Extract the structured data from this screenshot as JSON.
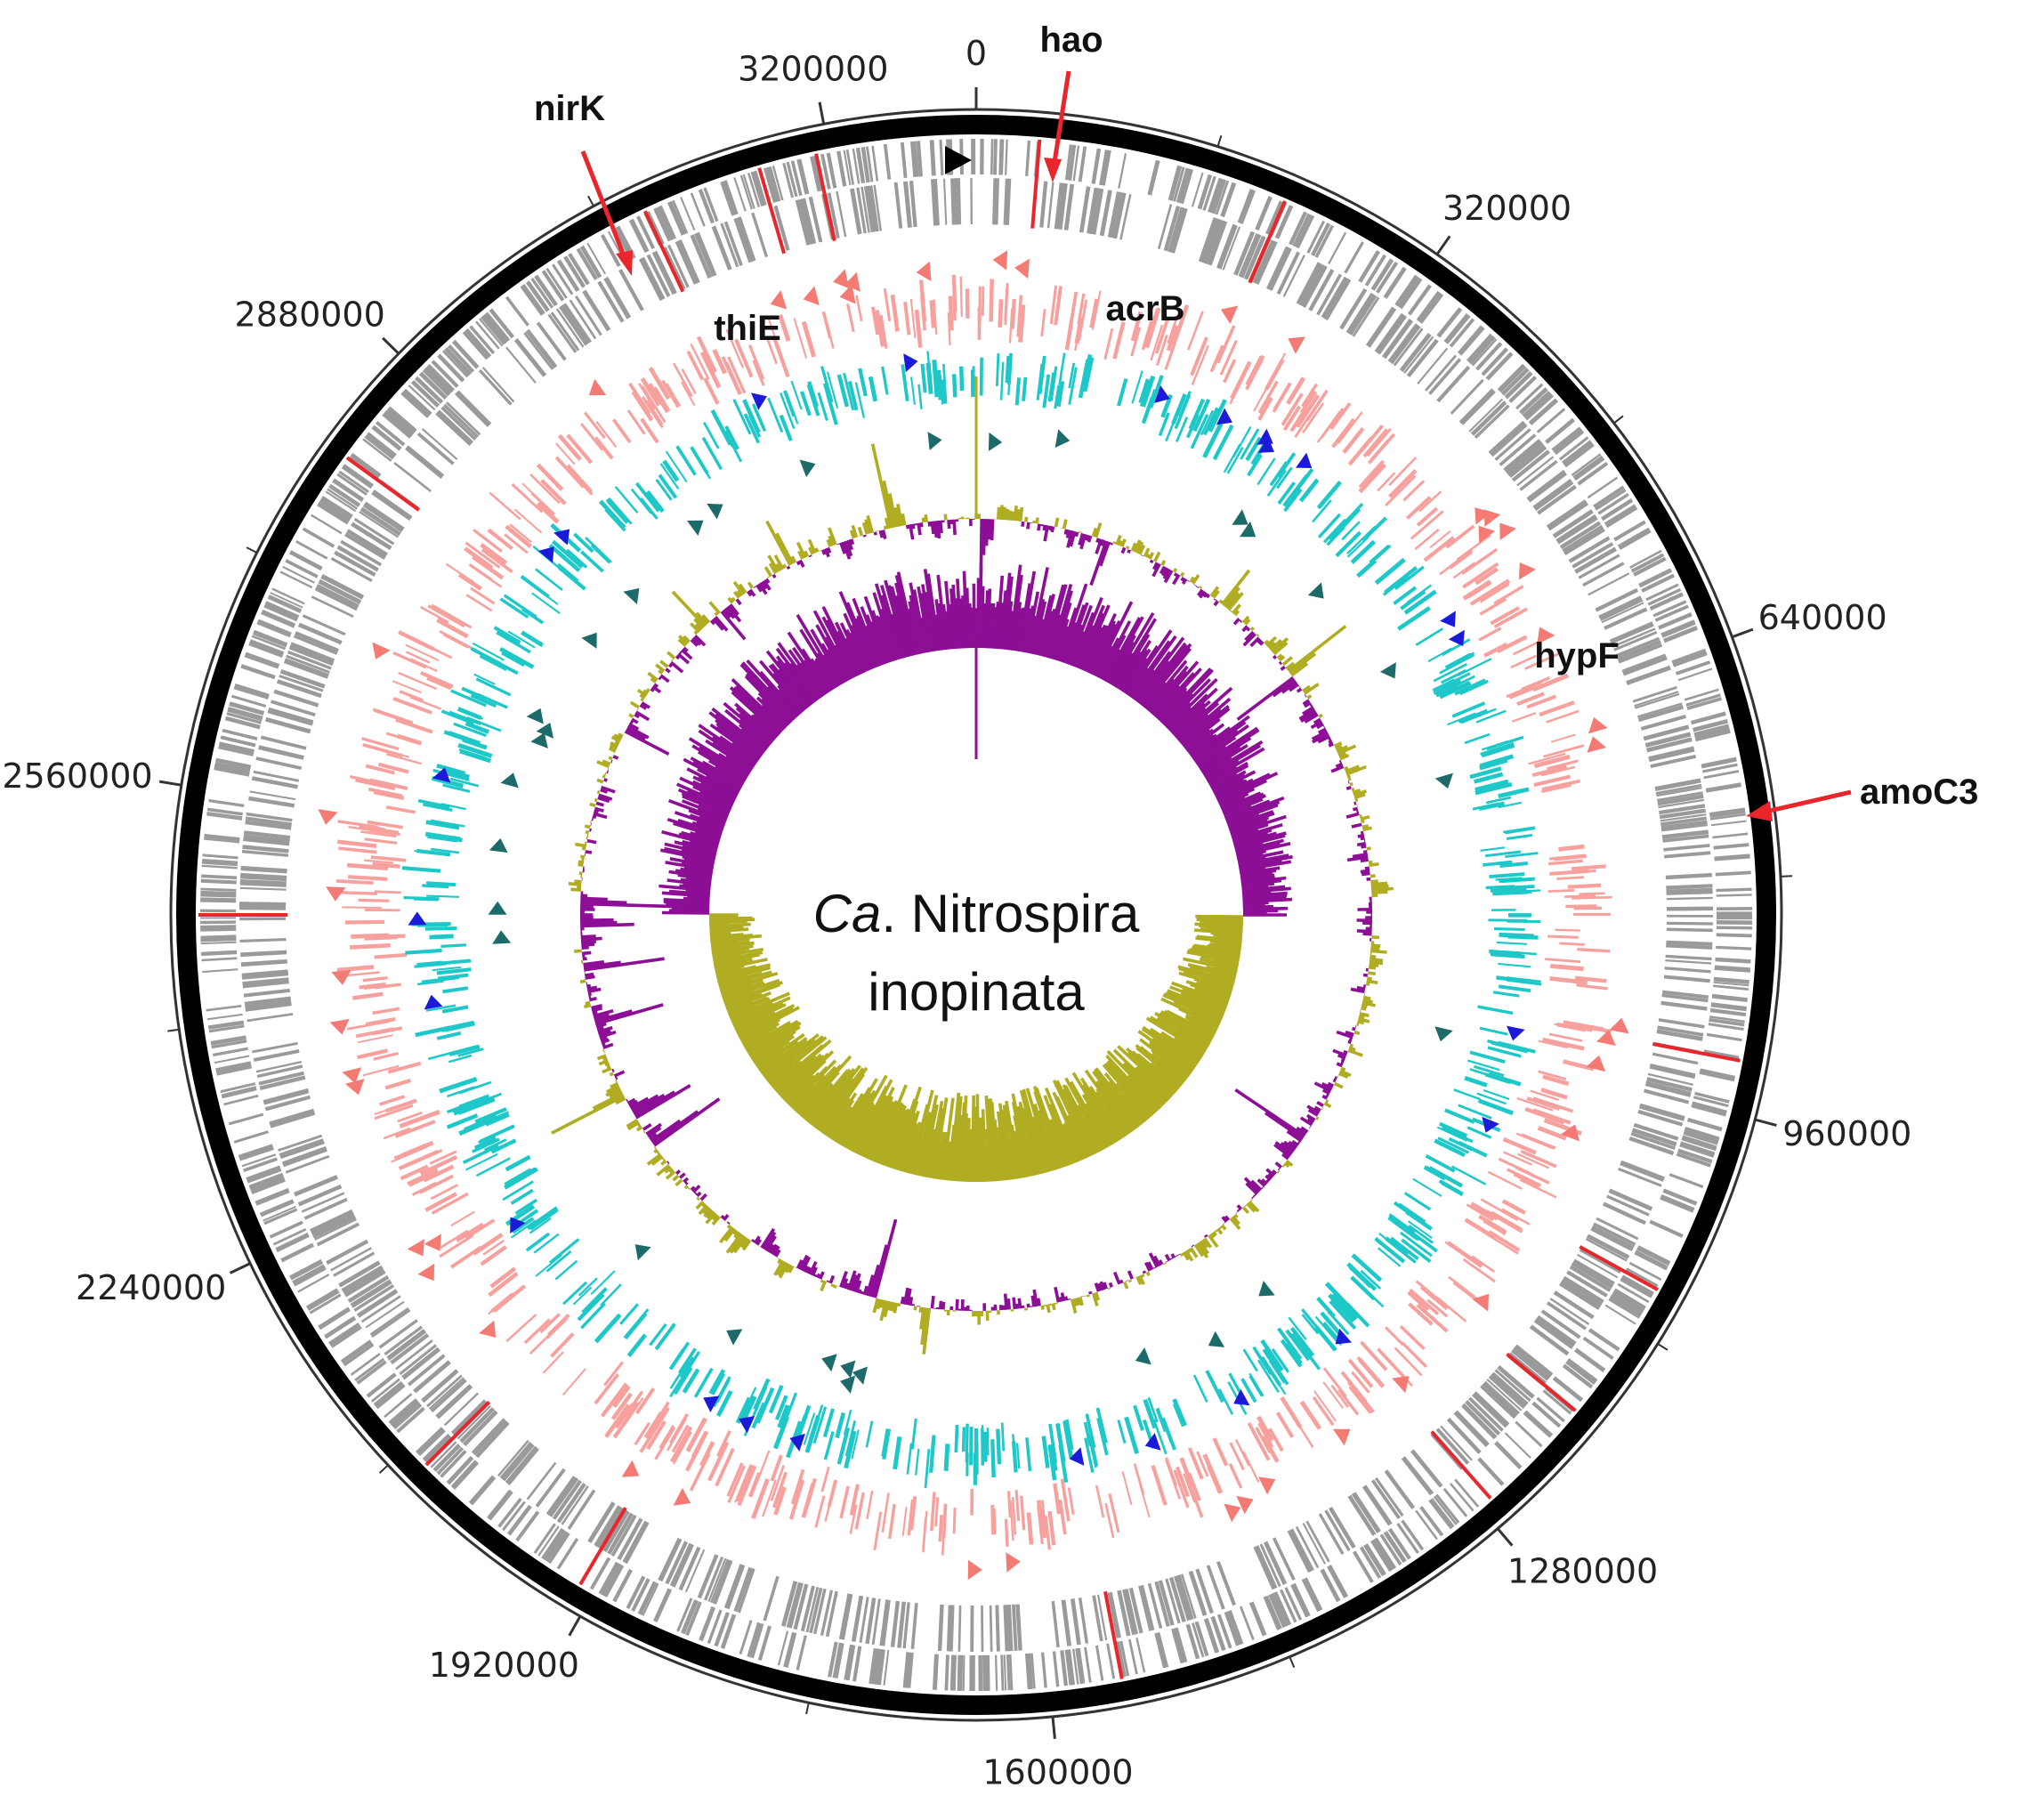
{
  "organism": {
    "prefix": "Ca",
    "line1_rest": ". Nitrospira",
    "line2": "inopinata"
  },
  "ticks": [
    {
      "label": "0",
      "pos": 0
    },
    {
      "label": "320000",
      "pos": 320000
    },
    {
      "label": "640000",
      "pos": 640000
    },
    {
      "label": "960000",
      "pos": 960000
    },
    {
      "label": "1280000",
      "pos": 1280000
    },
    {
      "label": "1600000",
      "pos": 1600000
    },
    {
      "label": "1920000",
      "pos": 1920000
    },
    {
      "label": "2240000",
      "pos": 2240000
    },
    {
      "label": "2560000",
      "pos": 2560000
    },
    {
      "label": "2880000",
      "pos": 2880000
    },
    {
      "label": "3200000",
      "pos": 3200000
    }
  ],
  "marked_genes": [
    {
      "label": "hao",
      "arrow": true
    },
    {
      "label": "nirK",
      "arrow": true
    },
    {
      "label": "amoC3",
      "arrow": true
    },
    {
      "label": "thiE",
      "arrow": false
    },
    {
      "label": "acrB",
      "arrow": false
    },
    {
      "label": "hypF",
      "arrow": false
    }
  ],
  "colors": {
    "backbone": "#000000",
    "cds": "#9a9a9a",
    "highlight": "#e8262c",
    "forward_features": "#f7a19e",
    "forward_markers": "#f47a74",
    "reverse_features": "#1ec8c8",
    "reverse_markers_blue": "#1a1ad8",
    "reverse_markers_teal": "#1d6a6a",
    "gc_plus": "#b0ad22",
    "gc_minus": "#8c0f96"
  }
}
